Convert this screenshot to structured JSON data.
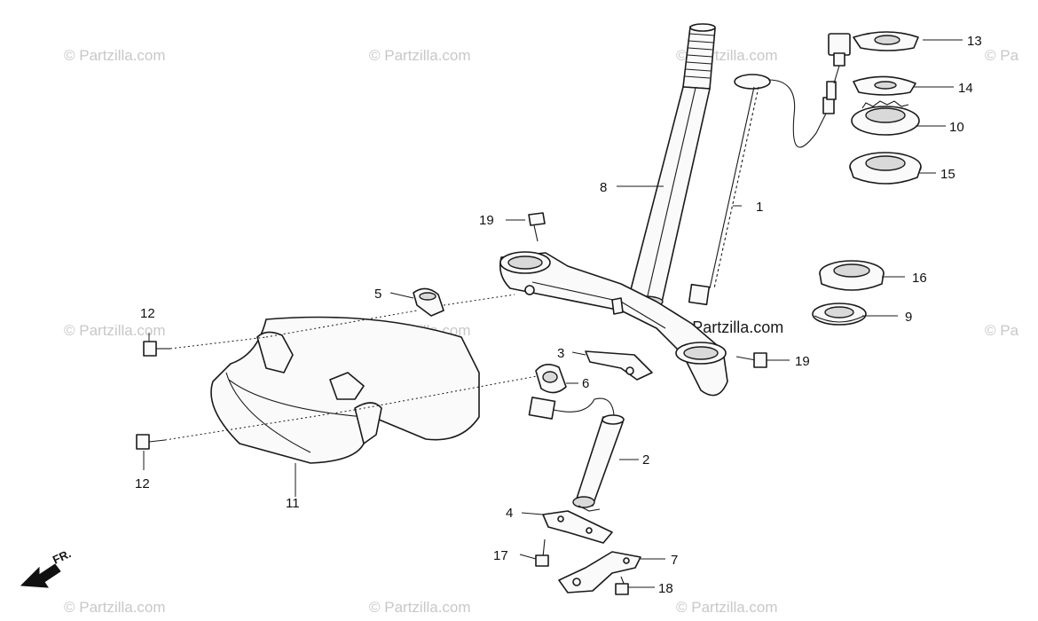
{
  "watermark": {
    "text": "© Partzilla.com",
    "partial_text": "© Pa",
    "center_text": "© Partzilla.com"
  },
  "direction": {
    "label": "FR."
  },
  "callouts": {
    "p1": "1",
    "p2": "2",
    "p3": "3",
    "p4": "4",
    "p5": "5",
    "p6": "6",
    "p7": "7",
    "p8": "8",
    "p9": "9",
    "p10": "10",
    "p11": "11",
    "p12a": "12",
    "p12b": "12",
    "p13": "13",
    "p14": "14",
    "p15": "15",
    "p16": "16",
    "p17": "17",
    "p18": "18",
    "p19a": "19",
    "p19b": "19"
  }
}
